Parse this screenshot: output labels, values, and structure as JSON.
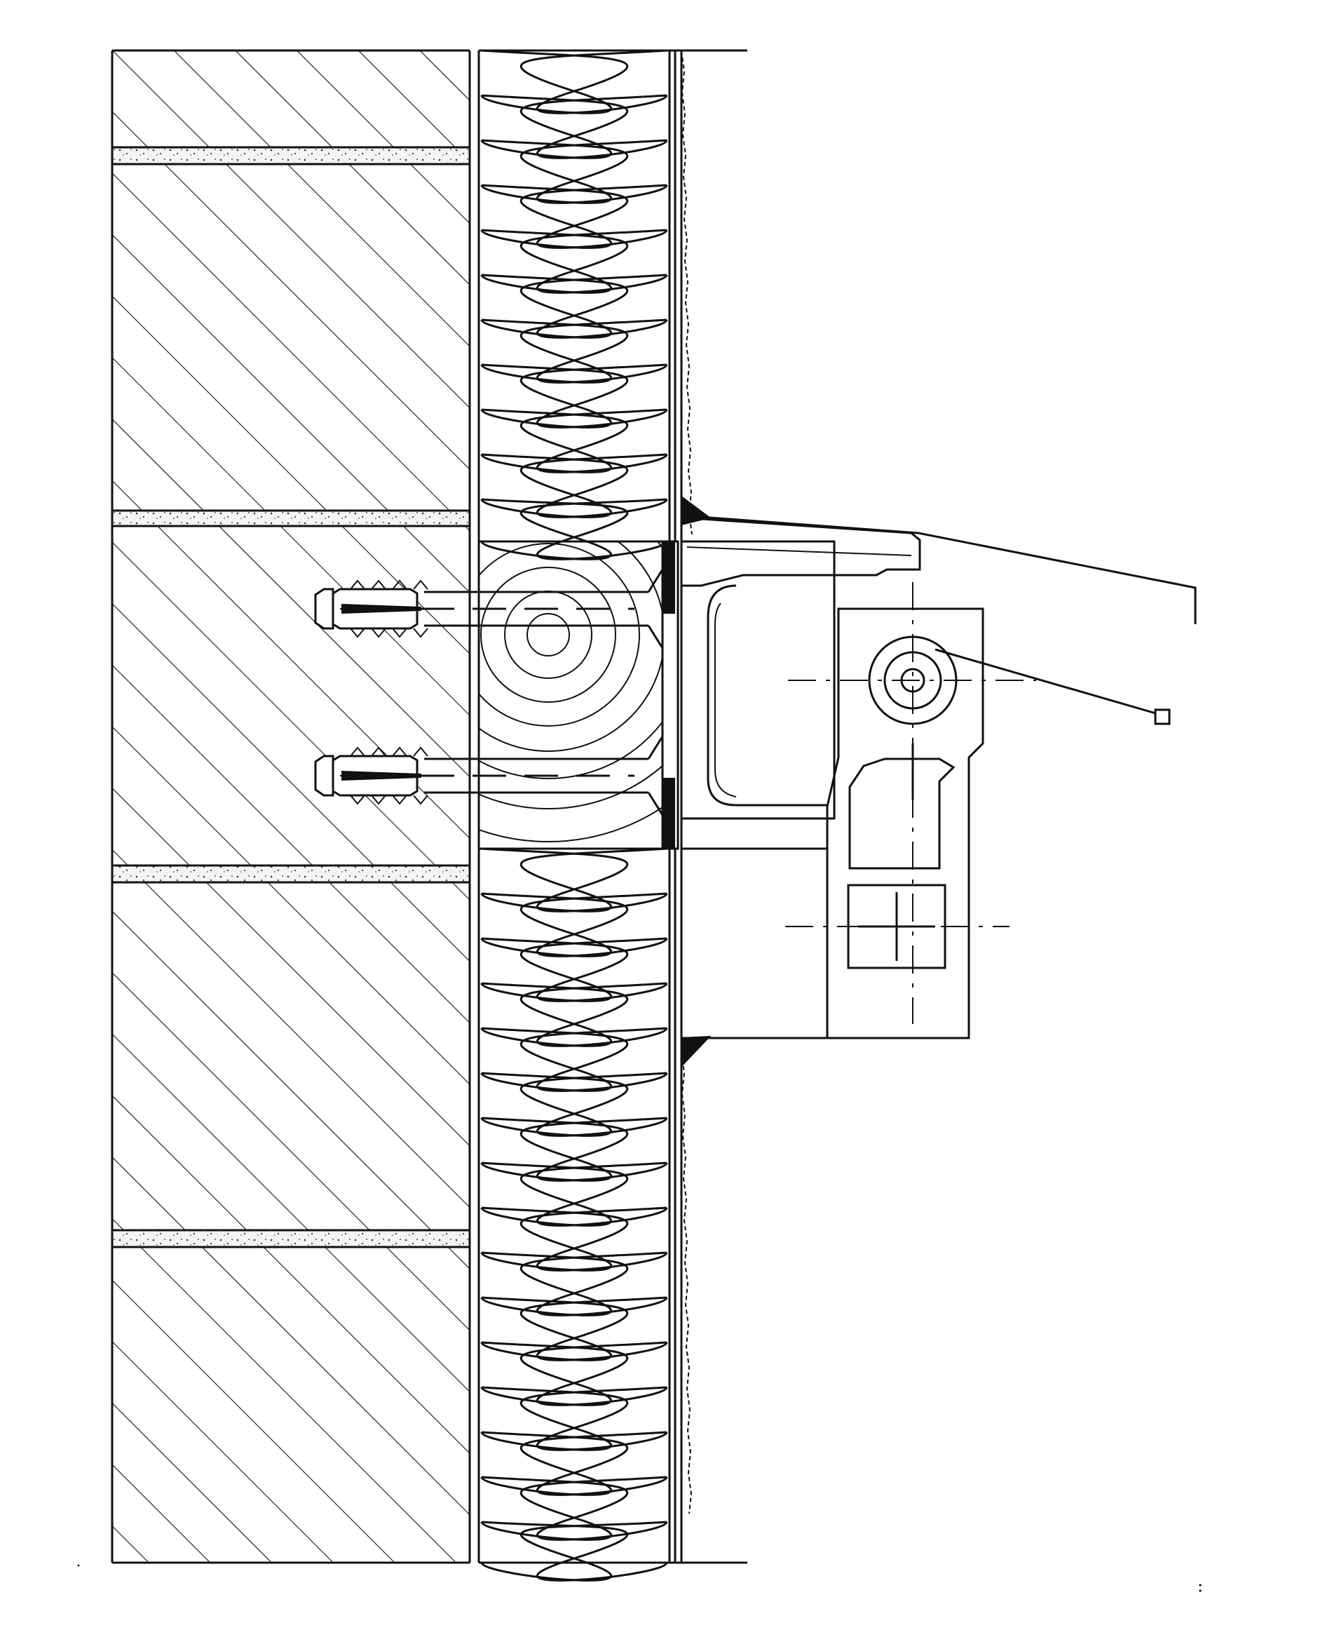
{
  "diagram": {
    "view": "section",
    "layers": [
      {
        "key": "masonry",
        "type": "hatched-block-wall"
      },
      {
        "key": "insulation",
        "type": "mineral-wool-batt"
      },
      {
        "key": "insulation-plug",
        "type": "end-grain-insert"
      },
      {
        "key": "render",
        "type": "thin-coat"
      }
    ],
    "fasteners": [
      {
        "key": "anchor-upper",
        "type": "expansion-plug"
      },
      {
        "key": "anchor-lower",
        "type": "expansion-plug"
      }
    ],
    "components": [
      {
        "key": "bracket",
        "type": "channel-profile"
      },
      {
        "key": "hinge-block",
        "type": "pivot-with-slot"
      }
    ],
    "leaders": [
      {
        "key": "leader-top",
        "label": ""
      },
      {
        "key": "leader-pivot",
        "label": ""
      }
    ],
    "colors": {
      "ink": "#111111",
      "paper": "#ffffff",
      "mortar": "#f4f4f4"
    }
  }
}
